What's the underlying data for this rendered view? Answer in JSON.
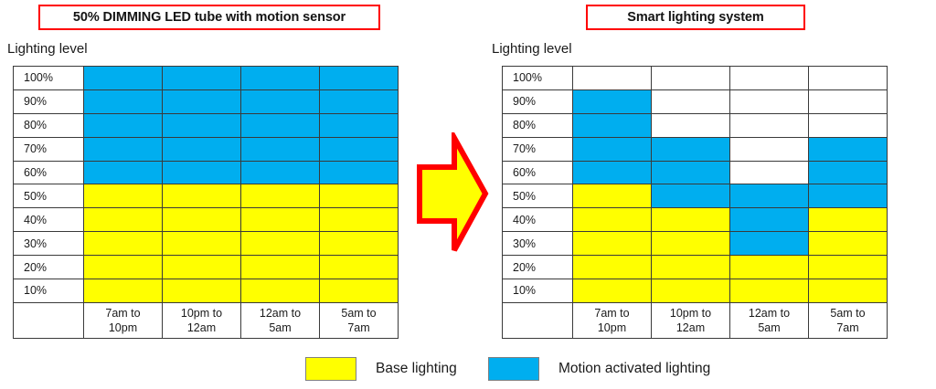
{
  "legend": {
    "base": {
      "label": "Base lighting",
      "color": "#FFFF00",
      "swatch_name": "yellow-swatch"
    },
    "motion": {
      "label": "Motion activated lighting",
      "color": "#00AEEF",
      "swatch_name": "blue-swatch"
    }
  },
  "arrow": {
    "fill": "#FFFF00",
    "stroke": "#FF0000",
    "direction": "right"
  },
  "panels": {
    "left": {
      "title": "50% DIMMING LED tube with motion sensor",
      "title_border_color": "#FF0000",
      "axis_caption": "Lighting level"
    },
    "right": {
      "title": "Smart lighting system",
      "title_border_color": "#FF0000",
      "axis_caption": "Lighting level"
    }
  },
  "chart_data": [
    {
      "type": "bar",
      "id": "left-chart",
      "title": "50% DIMMING LED tube with motion sensor",
      "ylabel": "Lighting level",
      "xlabel": "",
      "grid": true,
      "legend_position": "bottom",
      "categories": [
        "7am to 10pm",
        "10pm to 12am",
        "12am to 5am",
        "5am to 7am"
      ],
      "category_lines": [
        [
          "7am to",
          "10pm"
        ],
        [
          "10pm to",
          "12am"
        ],
        [
          "12am to",
          "5am"
        ],
        [
          "5am to",
          "7am"
        ]
      ],
      "ytick_labels": [
        "100%",
        "90%",
        "80%",
        "70%",
        "60%",
        "50%",
        "40%",
        "30%",
        "20%",
        "10%"
      ],
      "ylim": [
        0,
        100
      ],
      "series": [
        {
          "name": "Base lighting",
          "color": "#FFFF00",
          "values": [
            50,
            50,
            50,
            50
          ]
        },
        {
          "name": "Motion activated lighting",
          "color": "#00AEEF",
          "values": [
            50,
            50,
            50,
            50
          ]
        }
      ],
      "cells": [
        [
          "blue",
          "blue",
          "blue",
          "blue"
        ],
        [
          "blue",
          "blue",
          "blue",
          "blue"
        ],
        [
          "blue",
          "blue",
          "blue",
          "blue"
        ],
        [
          "blue",
          "blue",
          "blue",
          "blue"
        ],
        [
          "blue",
          "blue",
          "blue",
          "blue"
        ],
        [
          "yellow",
          "yellow",
          "yellow",
          "yellow"
        ],
        [
          "yellow",
          "yellow",
          "yellow",
          "yellow"
        ],
        [
          "yellow",
          "yellow",
          "yellow",
          "yellow"
        ],
        [
          "yellow",
          "yellow",
          "yellow",
          "yellow"
        ],
        [
          "yellow",
          "yellow",
          "yellow",
          "yellow"
        ]
      ]
    },
    {
      "type": "bar",
      "id": "right-chart",
      "title": "Smart lighting system",
      "ylabel": "Lighting level",
      "xlabel": "",
      "grid": true,
      "legend_position": "bottom",
      "categories": [
        "7am to 10pm",
        "10pm to 12am",
        "12am to 5am",
        "5am to 7am"
      ],
      "category_lines": [
        [
          "7am to",
          "10pm"
        ],
        [
          "10pm to",
          "12am"
        ],
        [
          "12am to",
          "5am"
        ],
        [
          "5am to",
          "7am"
        ]
      ],
      "ytick_labels": [
        "100%",
        "90%",
        "80%",
        "70%",
        "60%",
        "50%",
        "40%",
        "30%",
        "20%",
        "10%"
      ],
      "ylim": [
        0,
        100
      ],
      "series": [
        {
          "name": "Base lighting",
          "color": "#FFFF00",
          "values": [
            50,
            40,
            20,
            40
          ]
        },
        {
          "name": "Motion activated lighting",
          "color": "#00AEEF",
          "values": [
            40,
            30,
            30,
            30
          ]
        }
      ],
      "cells": [
        [
          "white",
          "white",
          "white",
          "white"
        ],
        [
          "blue",
          "white",
          "white",
          "white"
        ],
        [
          "blue",
          "white",
          "white",
          "white"
        ],
        [
          "blue",
          "blue",
          "white",
          "blue"
        ],
        [
          "blue",
          "blue",
          "white",
          "blue"
        ],
        [
          "yellow",
          "blue",
          "blue",
          "blue"
        ],
        [
          "yellow",
          "yellow",
          "blue",
          "yellow"
        ],
        [
          "yellow",
          "yellow",
          "blue",
          "yellow"
        ],
        [
          "yellow",
          "yellow",
          "yellow",
          "yellow"
        ],
        [
          "yellow",
          "yellow",
          "yellow",
          "yellow"
        ]
      ]
    }
  ]
}
